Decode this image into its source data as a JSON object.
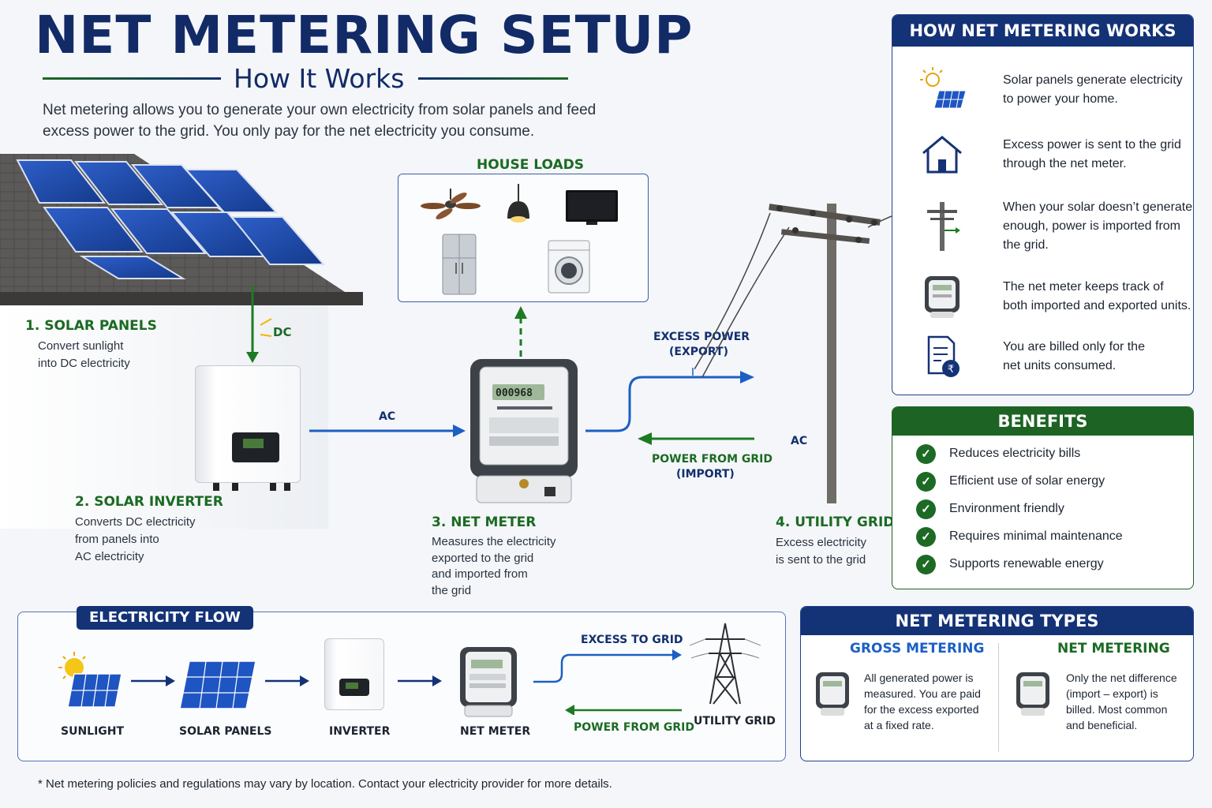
{
  "title": "NET METERING SETUP",
  "subtitle": "How It Works",
  "intro": "Net metering allows you to generate your own electricity from solar panels and feed excess power to the grid. You only pay for the net electricity you consume.",
  "colors": {
    "navy": "#143276",
    "green": "#1d6323",
    "blue": "#1c5fc4"
  },
  "steps": {
    "panels": {
      "title": "1. SOLAR PANELS",
      "desc_1": "Convert sunlight",
      "desc_2": "into DC electricity"
    },
    "inverter": {
      "title": "2. SOLAR INVERTER",
      "desc_1": "Converts DC electricity",
      "desc_2": "from panels into",
      "desc_3": "AC electricity"
    },
    "meter": {
      "title": "3. NET METER",
      "desc_1": "Measures the electricity",
      "desc_2": "exported to the grid",
      "desc_3": "and imported from",
      "desc_4": "the grid"
    },
    "grid": {
      "title": "4. UTILITY GRID",
      "desc_1": "Excess electricity",
      "desc_2": "is sent to the grid"
    }
  },
  "labels": {
    "dc": "DC",
    "ac_left": "AC",
    "ac_right": "AC",
    "house_loads": "HOUSE LOADS",
    "export_1": "EXCESS POWER",
    "export_2": "(EXPORT)",
    "import_1": "POWER FROM GRID",
    "import_2": "(IMPORT)",
    "meter_reading": "000968"
  },
  "house_loads_icons": [
    "ceiling-fan-icon",
    "pendant-lamp-icon",
    "television-icon",
    "refrigerator-icon",
    "washing-machine-icon"
  ],
  "how_it_works": {
    "title": "HOW NET METERING WORKS",
    "items": [
      {
        "icon": "solar-panel-sun-icon",
        "line_1": "Solar panels generate electricity",
        "line_2": "to power your home."
      },
      {
        "icon": "house-icon",
        "line_1": "Excess power is sent to the grid",
        "line_2": "through the net meter."
      },
      {
        "icon": "utility-pole-icon",
        "line_1": "When your solar doesn’t generate",
        "line_2": "enough, power is imported from",
        "line_3": "the grid."
      },
      {
        "icon": "meter-icon",
        "line_1": "The net meter keeps track of",
        "line_2": "both imported and exported units."
      },
      {
        "icon": "bill-rupee-icon",
        "line_1": "You are billed only for the",
        "line_2": "net units consumed."
      }
    ]
  },
  "benefits": {
    "title": "BENEFITS",
    "items": [
      "Reduces electricity bills",
      "Efficient use of solar energy",
      "Environment friendly",
      "Requires minimal maintenance",
      "Supports renewable energy"
    ]
  },
  "types": {
    "title": "NET METERING TYPES",
    "gross": {
      "title": "GROSS METERING",
      "line_1": "All generated power is",
      "line_2": "measured. You are paid",
      "line_3": "for the excess exported",
      "line_4": "at a fixed rate."
    },
    "net": {
      "title": "NET METERING",
      "line_1": "Only the net difference",
      "line_2": "(import – export) is",
      "line_3": "billed. Most common",
      "line_4": "and beneficial."
    }
  },
  "flow": {
    "title": "ELECTRICITY FLOW",
    "sunlight": "SUNLIGHT",
    "panels": "SOLAR PANELS",
    "inverter": "INVERTER",
    "meter": "NET METER",
    "grid": "UTILITY GRID",
    "excess": "EXCESS TO GRID",
    "import": "POWER FROM GRID"
  },
  "footnote": "* Net metering policies and regulations may vary by location. Contact your electricity provider for more details."
}
